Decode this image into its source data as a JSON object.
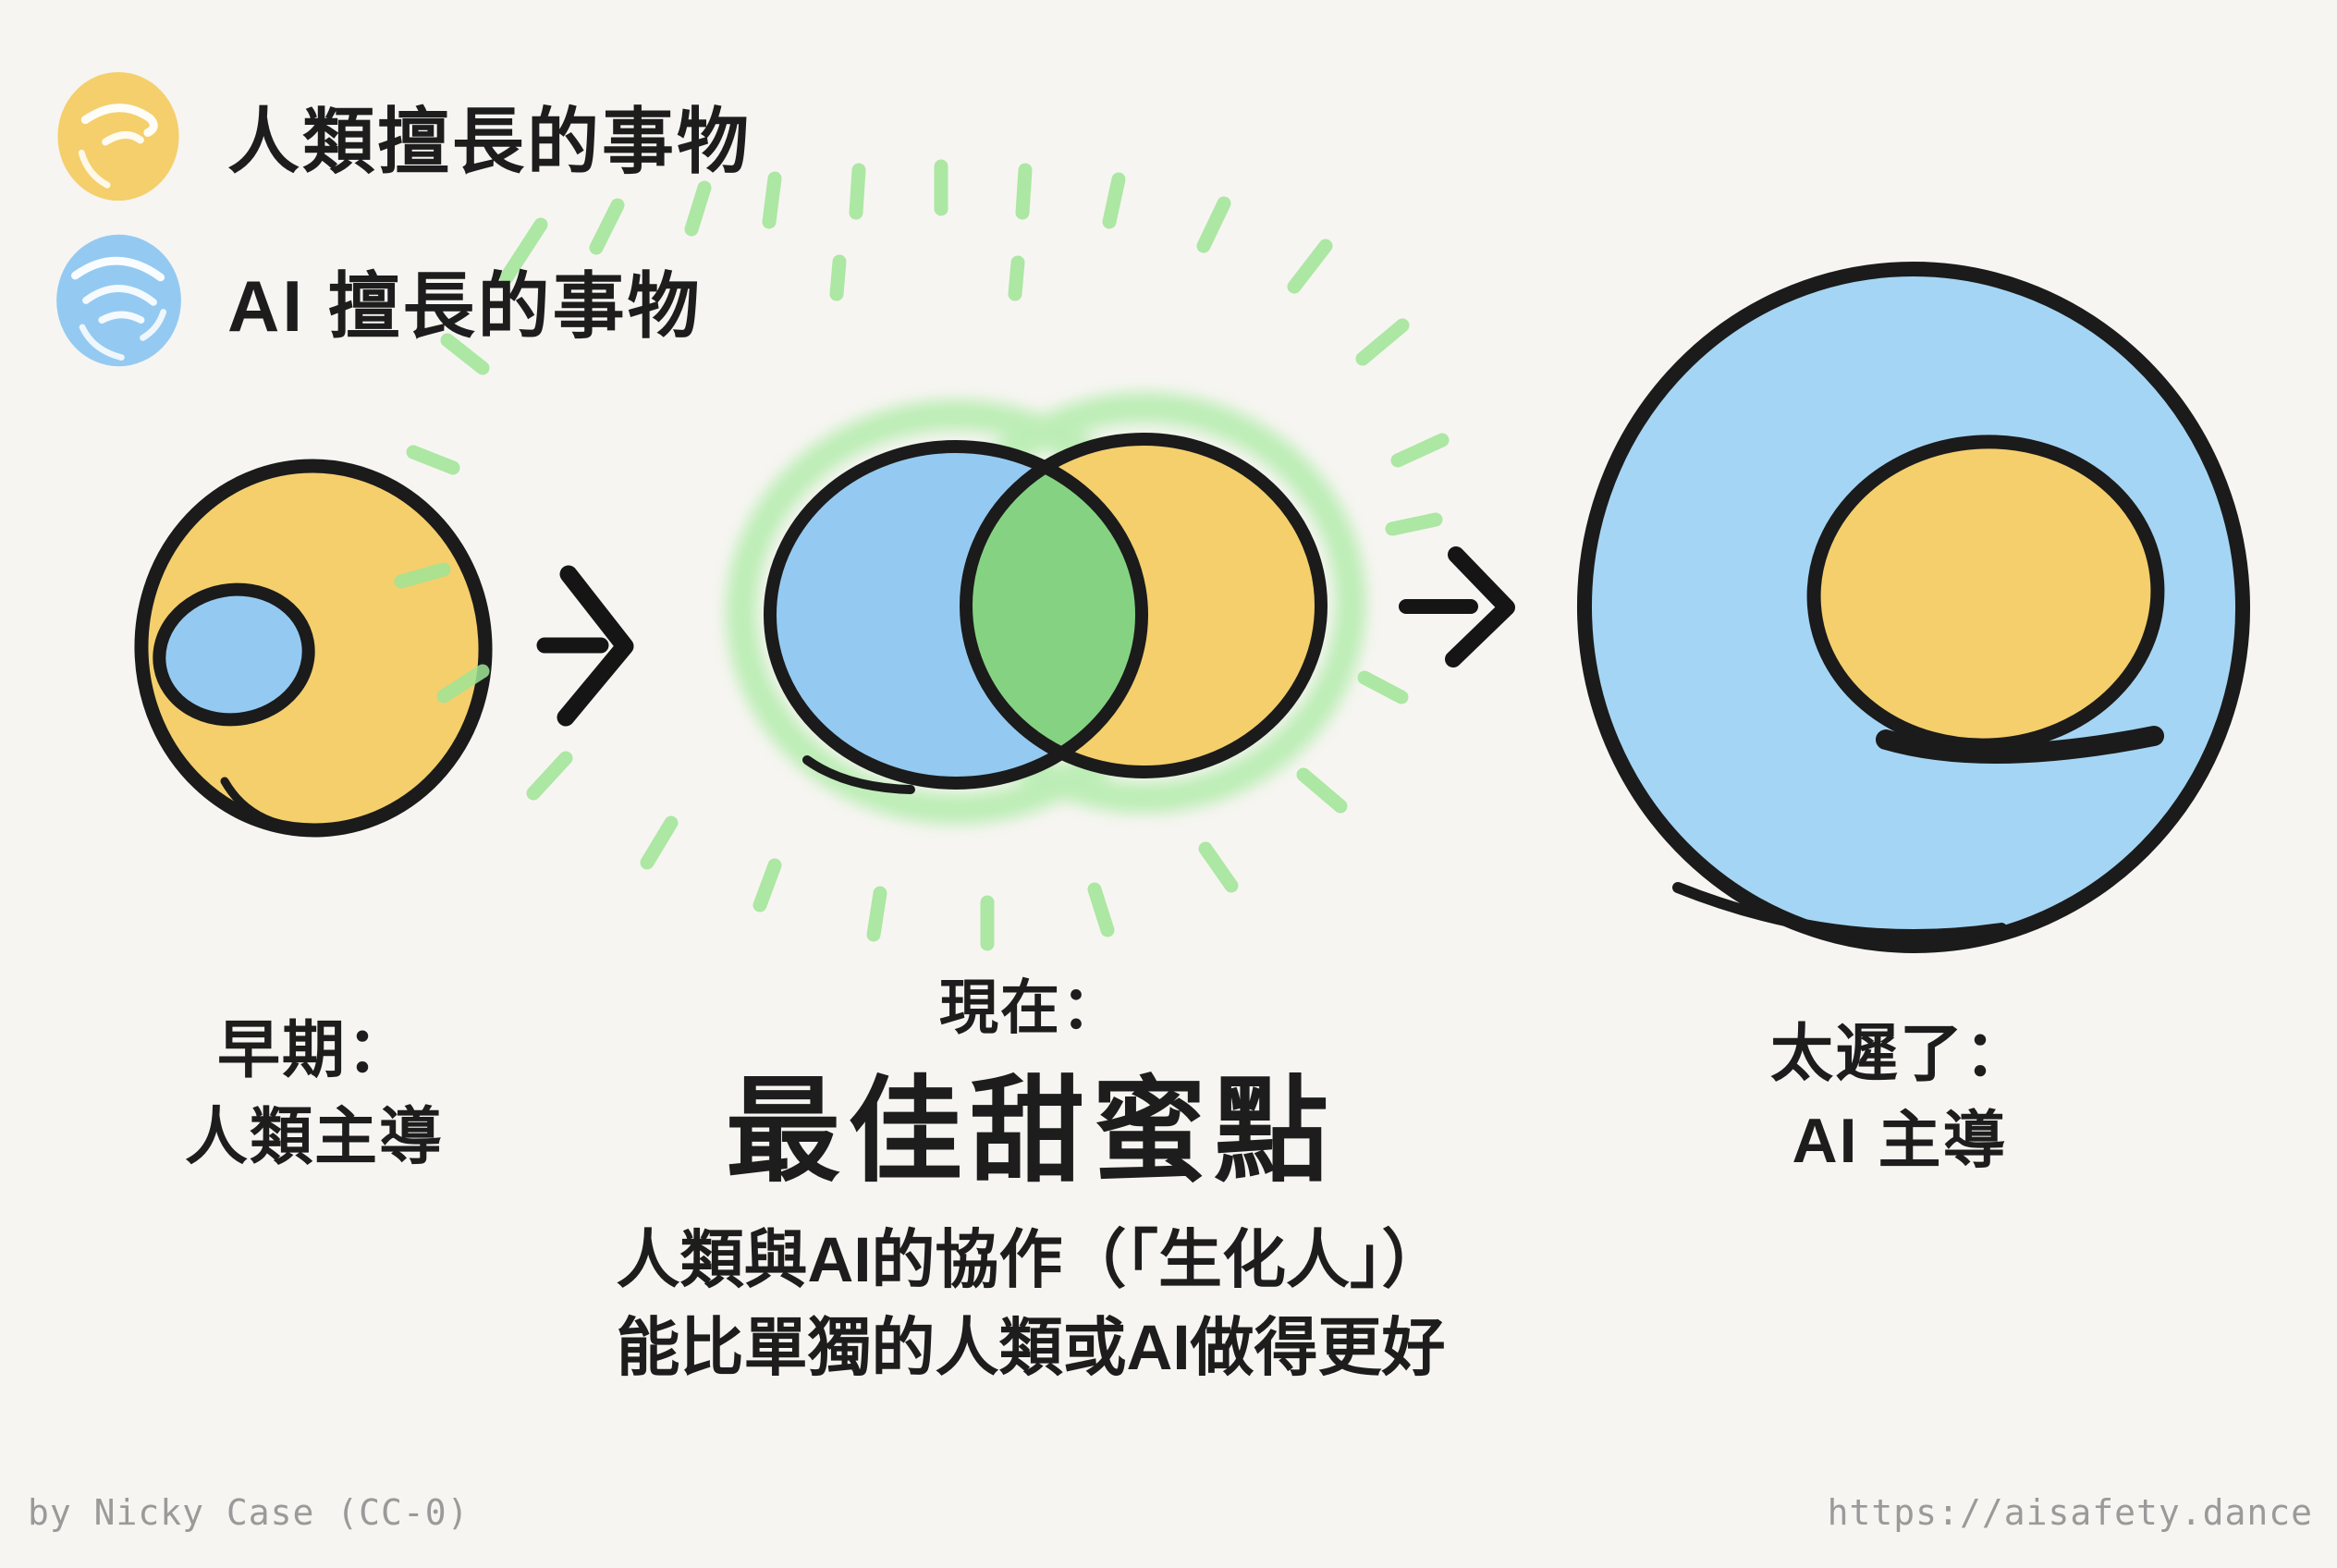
{
  "legend": {
    "human": {
      "icon": "yellow-scribble-blob-icon",
      "label": "人類擅長的事物"
    },
    "ai": {
      "icon": "blue-scribble-blob-icon",
      "label": "AI 擅長的事物"
    }
  },
  "stages": {
    "early": {
      "title": "早期：",
      "subtitle": "人類主導"
    },
    "now": {
      "title": "現在：",
      "headline": "最佳甜蜜點",
      "desc_line1": "人類與AI的協作（「生化人」）",
      "desc_line2": "能比單獨的人類或AI做得更好"
    },
    "late": {
      "title": "太遲了：",
      "subtitle": "AI 主導"
    }
  },
  "footer": {
    "credit": "by Nicky Case (CC-0)",
    "url": "https://aisafety.dance"
  },
  "colors": {
    "background": "#f7f5f2",
    "human_yellow": "#f4cf6c",
    "ai_blue": "#94caf1",
    "ai_blue_light": "#a5d5f4",
    "overlap_green": "#85d382",
    "glow_green": "#b7edb0",
    "ray_green": "#9fe596",
    "ink": "#1b1b1b",
    "footer_gray": "#9a9a9a"
  }
}
